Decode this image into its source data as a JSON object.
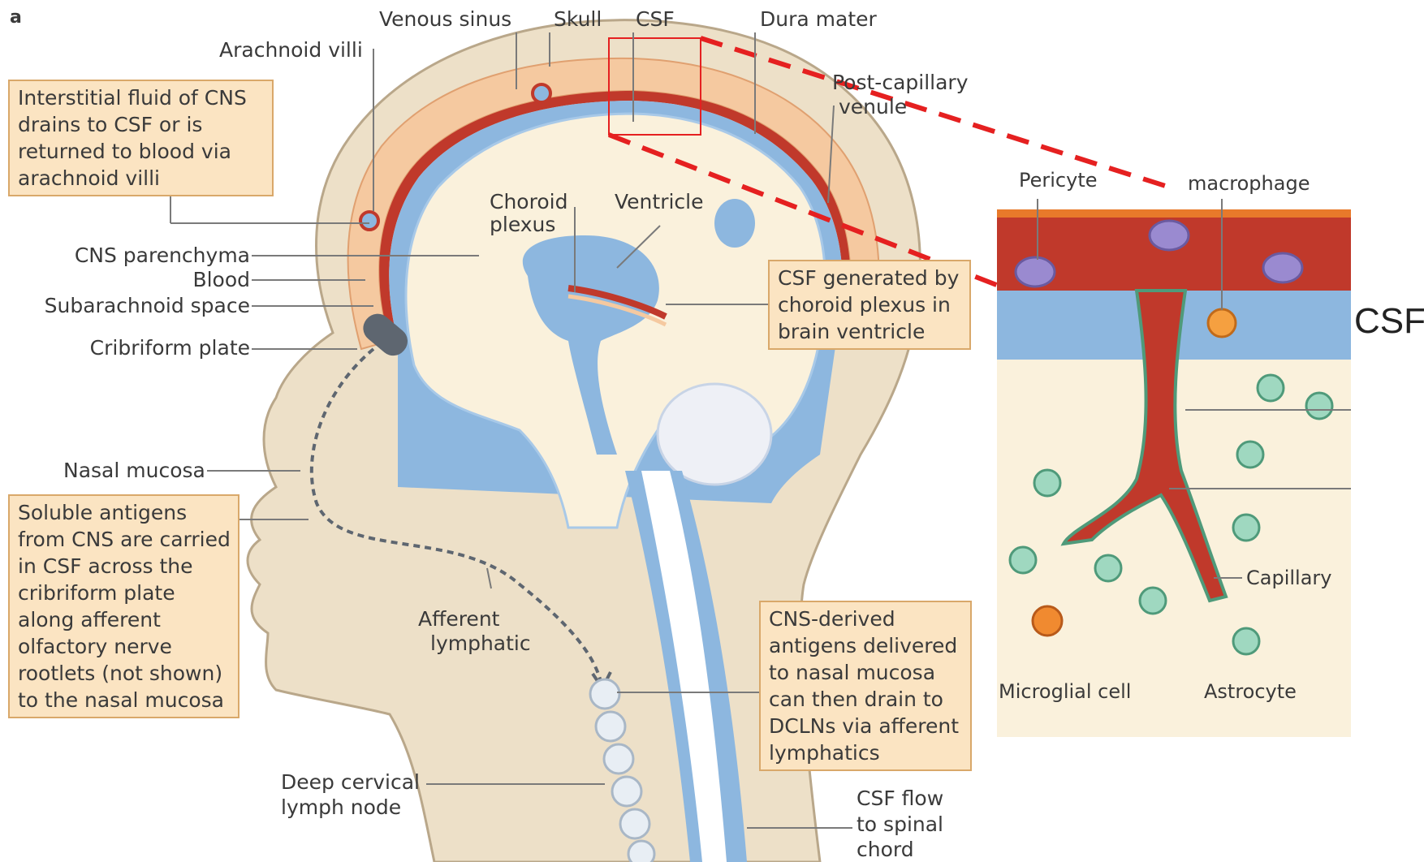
{
  "panel_letter": "a",
  "labels": {
    "venous_sinus": "Venous sinus",
    "skull": "Skull",
    "csf_top": "CSF",
    "dura_mater": "Dura mater",
    "arachnoid_villi": "Arachnoid villi",
    "post_capillary": "Post-capillary",
    "venule": "venule",
    "choroid": "Choroid",
    "plexus": "plexus",
    "ventricle": "Ventricle",
    "cns_parenchyma": "CNS parenchyma",
    "blood": "Blood",
    "subarachnoid_space": "Subarachnoid space",
    "cribriform_plate": "Cribriform plate",
    "nasal_mucosa": "Nasal mucosa",
    "afferent": "Afferent",
    "lymphatic": "lymphatic",
    "deep_cervical": "Deep cervical",
    "lymph_node": "lymph node",
    "csf_flow": "CSF flow",
    "to_spinal": "to spinal",
    "chord": "chord"
  },
  "boxes": {
    "interstitial": [
      "Interstitial fluid of CNS",
      "drains to CSF or is",
      "returned to blood via",
      "arachnoid villi"
    ],
    "csf_generated": [
      "CSF generated by",
      "choroid plexus in",
      "brain ventricle"
    ],
    "soluble": [
      "Soluble antigens",
      "from CNS are carried",
      "in CSF across the",
      "cribriform plate",
      "along afferent",
      "olfactory nerve",
      "rootlets (not shown)",
      "to the nasal mucosa"
    ],
    "cns_derived": [
      "CNS-derived",
      "antigens delivered",
      "to nasal mucosa",
      "can then drain to",
      "DCLNs via afferent",
      "lymphatics"
    ]
  },
  "inset": {
    "pericyte": "Pericyte",
    "macrophage": "macrophage",
    "csf": "CSF",
    "capillary": "Capillary",
    "microglial_cell": "Microglial cell",
    "astrocyte": "Astrocyte"
  },
  "colors": {
    "skin": "#ede0c8",
    "skin_outline": "#b9a78a",
    "skull": "#f5c9a0",
    "dura": "#c0392b",
    "csf": "#8db7df",
    "brain": "#faf1dc",
    "zoom": "#e52020",
    "box": "#fbe4c2",
    "astrocyte": "#9fd8c0",
    "microglia": "#f08a30",
    "pericyte": "#9a8ad0"
  }
}
